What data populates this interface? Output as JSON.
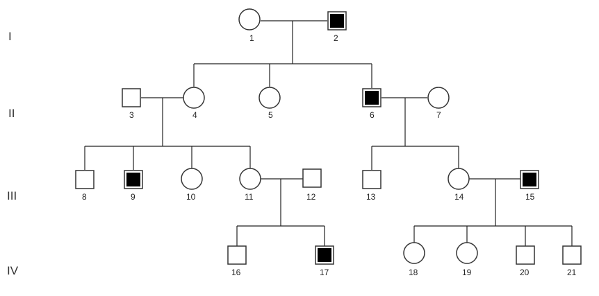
{
  "generations": [
    {
      "id": "I",
      "label": "I"
    },
    {
      "id": "II",
      "label": "II"
    },
    {
      "id": "III",
      "label": "III"
    },
    {
      "id": "IV",
      "label": "IV"
    }
  ],
  "individuals": [
    {
      "id": "1",
      "label": "1",
      "sex": "female",
      "affected": false
    },
    {
      "id": "2",
      "label": "2",
      "sex": "male",
      "affected": true
    },
    {
      "id": "3",
      "label": "3",
      "sex": "male",
      "affected": false
    },
    {
      "id": "4",
      "label": "4",
      "sex": "female",
      "affected": false
    },
    {
      "id": "5",
      "label": "5",
      "sex": "female",
      "affected": false
    },
    {
      "id": "6",
      "label": "6",
      "sex": "male",
      "affected": true
    },
    {
      "id": "7",
      "label": "7",
      "sex": "female",
      "affected": false
    },
    {
      "id": "8",
      "label": "8",
      "sex": "male",
      "affected": false
    },
    {
      "id": "9",
      "label": "9",
      "sex": "male",
      "affected": true
    },
    {
      "id": "10",
      "label": "10",
      "sex": "female",
      "affected": false
    },
    {
      "id": "11",
      "label": "11",
      "sex": "female",
      "affected": false
    },
    {
      "id": "12",
      "label": "12",
      "sex": "male",
      "affected": false
    },
    {
      "id": "13",
      "label": "13",
      "sex": "male",
      "affected": false
    },
    {
      "id": "14",
      "label": "14",
      "sex": "female",
      "affected": false
    },
    {
      "id": "15",
      "label": "15",
      "sex": "male",
      "affected": true
    },
    {
      "id": "16",
      "label": "16",
      "sex": "male",
      "affected": false
    },
    {
      "id": "17",
      "label": "17",
      "sex": "male",
      "affected": true
    },
    {
      "id": "18",
      "label": "18",
      "sex": "female",
      "affected": false
    },
    {
      "id": "19",
      "label": "19",
      "sex": "female",
      "affected": false
    },
    {
      "id": "20",
      "label": "20",
      "sex": "male",
      "affected": false
    },
    {
      "id": "21",
      "label": "21",
      "sex": "male",
      "affected": false
    }
  ],
  "couples": [
    {
      "partners": [
        "1",
        "2"
      ],
      "children": [
        "4",
        "5",
        "6"
      ]
    },
    {
      "partners": [
        "3",
        "4"
      ],
      "children": [
        "8",
        "9",
        "10",
        "11"
      ]
    },
    {
      "partners": [
        "6",
        "7"
      ],
      "children": [
        "13",
        "14"
      ]
    },
    {
      "partners": [
        "11",
        "12"
      ],
      "children": [
        "16",
        "17"
      ]
    },
    {
      "partners": [
        "14",
        "15"
      ],
      "children": [
        "18",
        "19",
        "20",
        "21"
      ]
    }
  ],
  "colors": {
    "affected": "#000000",
    "unaffected": "#ffffff",
    "stroke": "#333333"
  }
}
